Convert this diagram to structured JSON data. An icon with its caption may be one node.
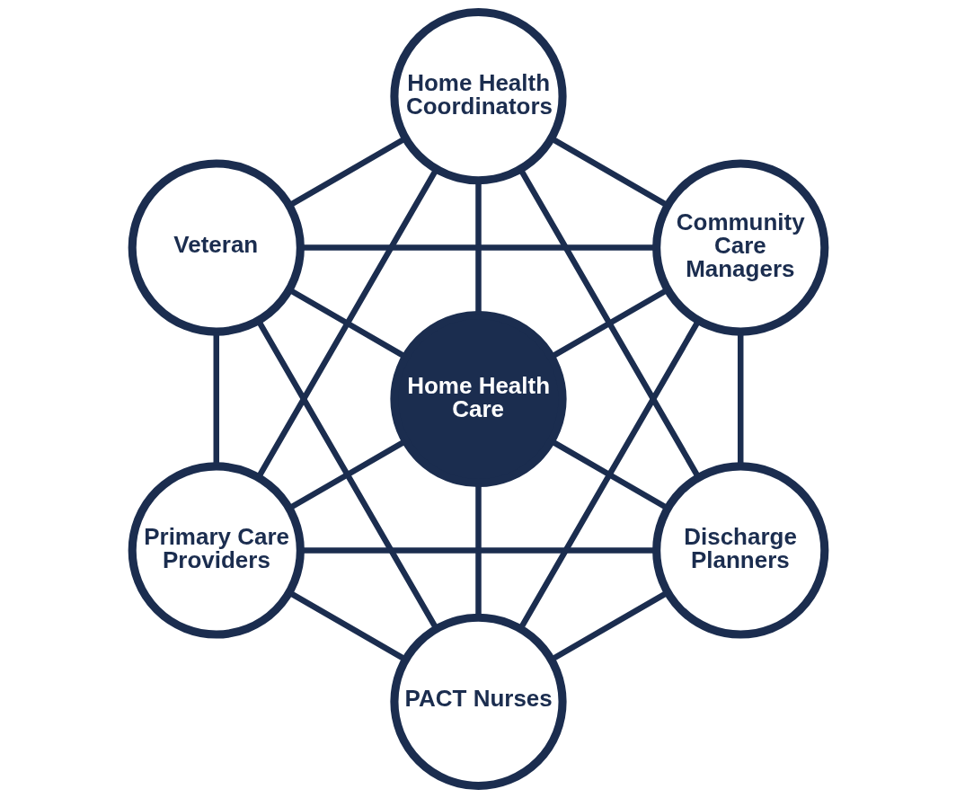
{
  "diagram": {
    "nodes": [
      {
        "text": [
          "Community Care Managers"
        ]
      },
      {
        "text": [
          "Home Health Coordinators"
        ]
      },
      {
        "text": [
          "Discharge Planners"
        ]
      },
      {
        "text": [
          "Home Health Care"
        ]
      },
      {
        "text": [
          "Veteran"
        ]
      },
      {
        "text": [
          "PACT Nurses"
        ]
      },
      {
        "text": [
          "Primary Care Providers"
        ]
      }
    ],
    "edges": [
      {
        "from": 3,
        "to": 0,
        "arrow": "none"
      },
      {
        "from": 3,
        "to": 1,
        "arrow": "none"
      },
      {
        "from": 3,
        "to": 4,
        "arrow": "none"
      },
      {
        "from": 3,
        "to": 6,
        "arrow": "none"
      },
      {
        "from": 3,
        "to": 5,
        "arrow": "none"
      },
      {
        "from": 3,
        "to": 2,
        "arrow": "none"
      },
      {
        "from": 0,
        "to": 1,
        "arrow": "none"
      },
      {
        "from": 1,
        "to": 4,
        "arrow": "none"
      },
      {
        "from": 4,
        "to": 6,
        "arrow": "none"
      },
      {
        "from": 6,
        "to": 5,
        "arrow": "none"
      },
      {
        "from": 5,
        "to": 2,
        "arrow": "none"
      },
      {
        "from": 2,
        "to": 0,
        "arrow": "none"
      },
      {
        "from": 0,
        "to": 4,
        "arrow": "none"
      },
      {
        "from": 0,
        "to": 5,
        "arrow": "none"
      },
      {
        "from": 1,
        "to": 2,
        "arrow": "none"
      },
      {
        "from": 1,
        "to": 6,
        "arrow": "none"
      },
      {
        "from": 2,
        "to": 6,
        "arrow": "none"
      },
      {
        "from": 4,
        "to": 5,
        "arrow": "none"
      }
    ]
  }
}
